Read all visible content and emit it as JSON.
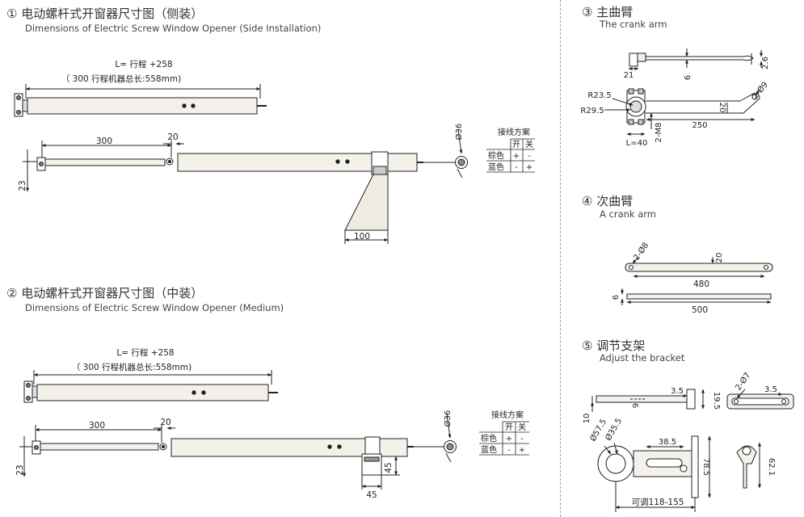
{
  "sections": {
    "s1": {
      "title": "① 电动螺杆式开窗器尺寸图（侧装）",
      "subtitle": "Dimensions of Electric Screw Window Opener (Side Installation)"
    },
    "s2": {
      "title": "② 电动螺杆式开窗器尺寸图（中装）",
      "subtitle": "Dimensions of Electric Screw Window Opener (Medium)"
    },
    "s3": {
      "title": "③ 主曲臂",
      "subtitle": "The crank arm"
    },
    "s4": {
      "title": "④ 次曲臂",
      "subtitle": "A crank arm"
    },
    "s5": {
      "title": "⑤ 调节支架",
      "subtitle": "Adjust the bracket"
    }
  },
  "opener": {
    "length_formula": "L= 行程   +258",
    "length_note": "（  300  行程机器总长:558mm)",
    "dim_300": "300",
    "dim_20": "20",
    "dim_23": "23",
    "dim_d36": "Ø36",
    "dim_100": "100",
    "dim_45a": "45",
    "dim_45b": "45"
  },
  "wiring": {
    "title": "接线方案",
    "col_open": "开",
    "col_close": "关",
    "row1_name": "棕色",
    "row1_open": "+",
    "row1_close": "-",
    "row2_name": "蓝色",
    "row2_open": "-",
    "row2_close": "+"
  },
  "crank": {
    "d21": "21",
    "d6": "6",
    "d2_6": "2.6",
    "r23_5": "R23.5",
    "r29_5": "R29.5",
    "d20": "20",
    "d250": "250",
    "l40": "L=40",
    "m8": "2-M8",
    "phi9": "2-Ø9"
  },
  "arm2": {
    "phi8": "2-Ø8",
    "d20": "20",
    "d480": "480",
    "d6": "6",
    "d500": "500"
  },
  "bracket": {
    "d3_5a": "3.5",
    "d3_5b": "3.5",
    "d10": "10",
    "d9": "9",
    "d19_5": "19.5",
    "phi7": "2-Ø7",
    "phi57_5": "Ø57.5",
    "phi35_5": "Ø35.5",
    "d38_5": "38.5",
    "d78_5": "78.5",
    "d62_1": "62.1",
    "adjust": "可调118-155"
  },
  "colors": {
    "line": "#222222",
    "body": "#f4f1ea",
    "divider": "#9a9a9a"
  }
}
